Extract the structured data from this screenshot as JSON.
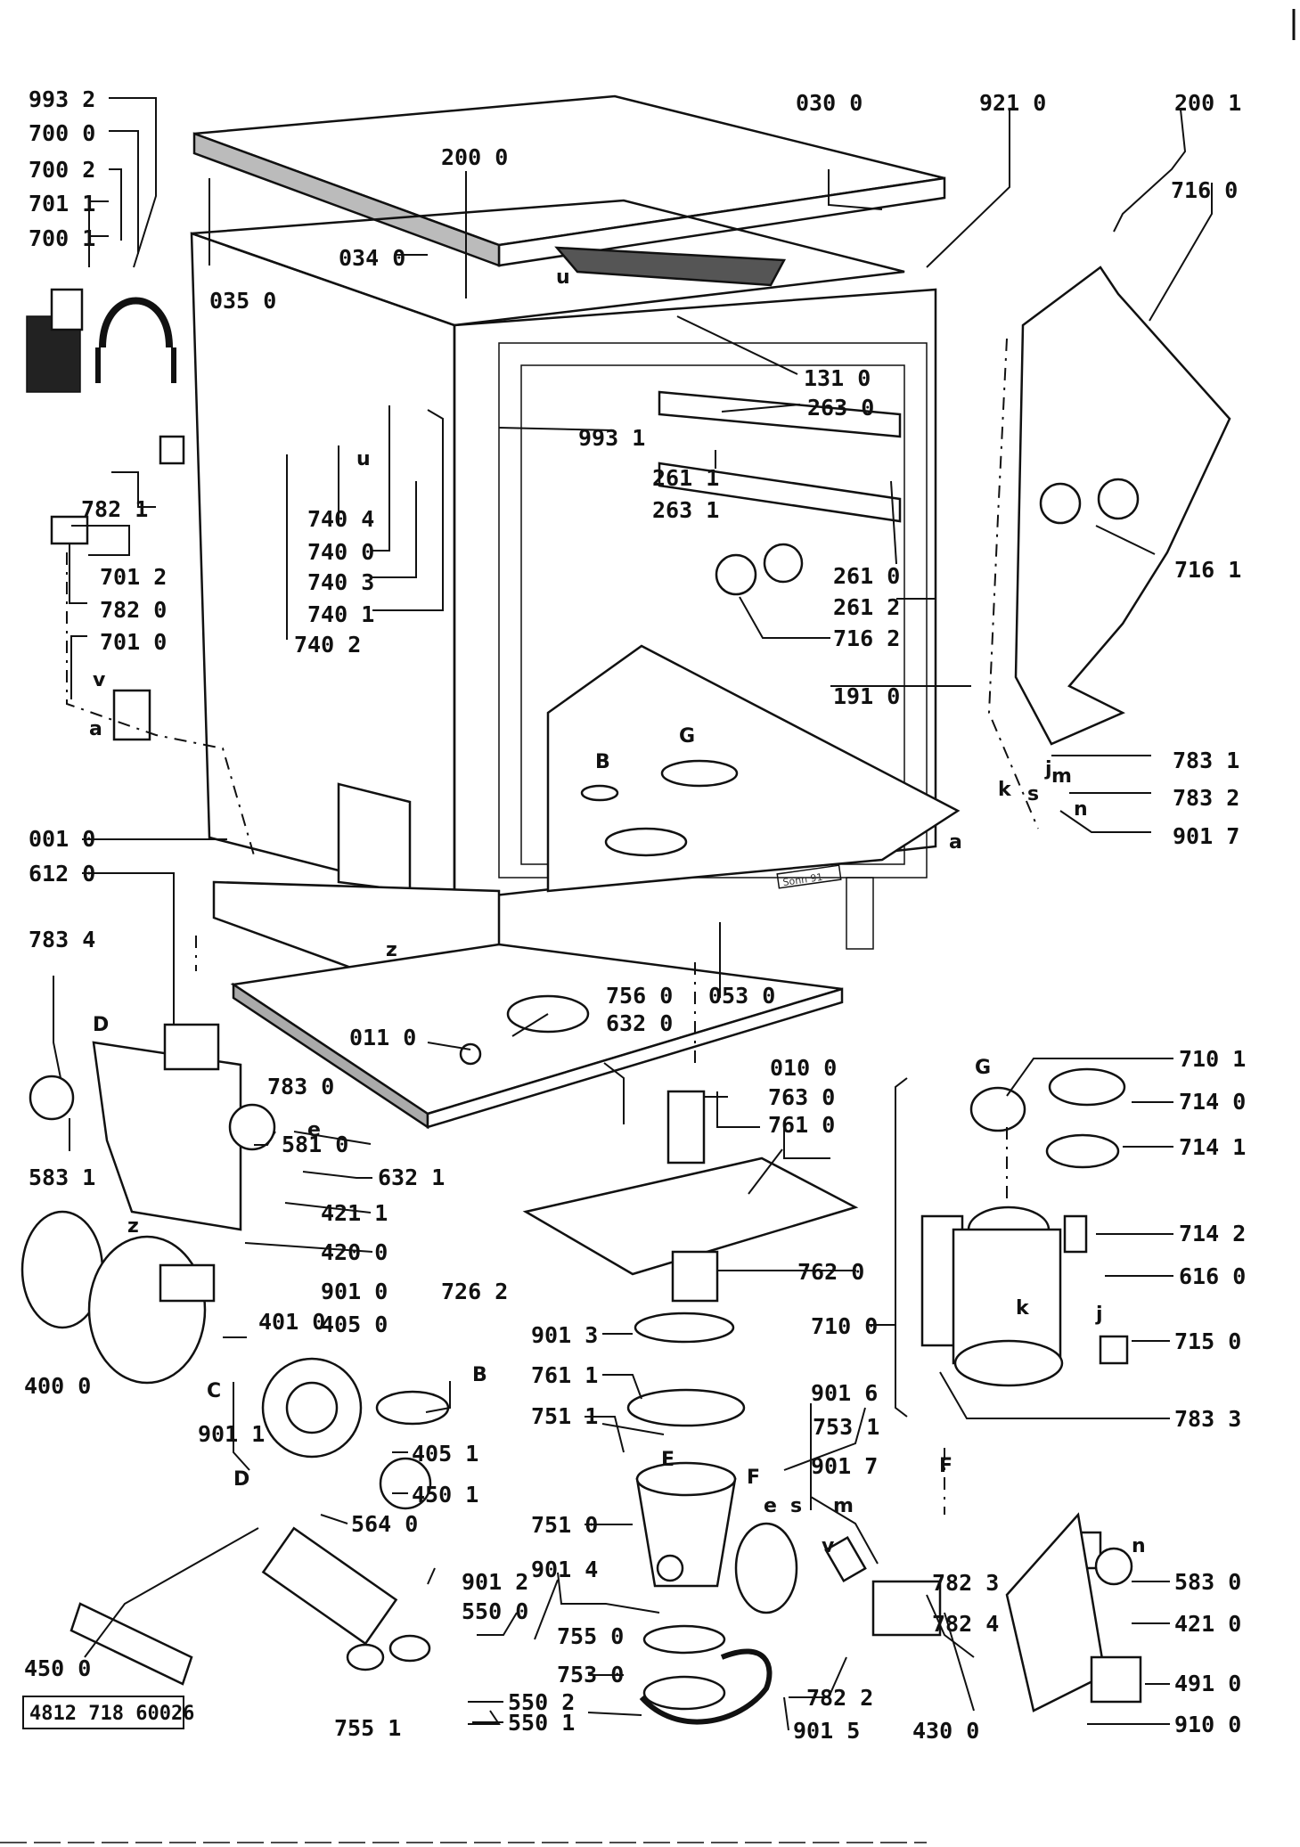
{
  "document_ref": "4812 718 60026",
  "stamp": "Sonn 91",
  "labels": {
    "p993_2": "993 2",
    "p700_0": "700 0",
    "p700_2": "700 2",
    "p701_1": "701 1",
    "p700_1": "700 1",
    "p782_1": "782 1",
    "p701_2": "701 2",
    "p782_0": "782 0",
    "p701_0": "701 0",
    "p035_0": "035 0",
    "p034_0": "034 0",
    "p200_0": "200 0",
    "p030_0": "030 0",
    "p921_0": "921 0",
    "p200_1": "200 1",
    "p716_0": "716 0",
    "p131_0": "131 0",
    "p263_0": "263 0",
    "p993_1": "993 1",
    "p261_1": "261 1",
    "p263_1": "263 1",
    "p740_4": "740 4",
    "p740_0": "740 0",
    "p740_3": "740 3",
    "p740_1": "740 1",
    "p740_2": "740 2",
    "p261_0": "261 0",
    "p261_2": "261 2",
    "p716_2": "716 2",
    "p716_1": "716 1",
    "p191_0": "191 0",
    "p783_1": "783 1",
    "p783_2": "783 2",
    "p901_7a": "901 7",
    "p001_0": "001 0",
    "p612_0": "612 0",
    "p783_4": "783 4",
    "p756_0": "756 0",
    "p053_0": "053 0",
    "p632_0": "632 0",
    "p011_0": "011 0",
    "p010_0": "010 0",
    "p763_0": "763 0",
    "p761_0": "761 0",
    "p710_1": "710 1",
    "p714_0": "714 0",
    "p714_1": "714 1",
    "p783_0": "783 0",
    "p581_0": "581 0",
    "p583_1": "583 1",
    "p632_1": "632 1",
    "p421_1": "421 1",
    "p420_0": "420 0",
    "p714_2": "714 2",
    "p616_0": "616 0",
    "p762_0": "762 0",
    "p901_0": "901 0",
    "p405_0": "405 0",
    "p726_2": "726 2",
    "p401_0": "401 0",
    "p901_3": "901 3",
    "p710_0": "710 0",
    "p715_0": "715 0",
    "p400_0": "400 0",
    "p761_1": "761 1",
    "p783_3": "783 3",
    "p901_6": "901 6",
    "p751_1": "751 1",
    "p753_1": "753 1",
    "p901_1": "901 1",
    "p405_1": "405 1",
    "p901_7b": "901 7",
    "p450_1": "450 1",
    "p751_0": "751 0",
    "p564_0": "564 0",
    "p901_4": "901 4",
    "p782_3": "782 3",
    "p782_4": "782 4",
    "p583_0": "583 0",
    "p901_2": "901 2",
    "p550_0": "550 0",
    "p421_0": "421 0",
    "p755_0": "755 0",
    "p450_0": "450 0",
    "p753_0": "753 0",
    "p782_2": "782 2",
    "p491_0": "491 0",
    "p755_1": "755 1",
    "p550_2": "550 2",
    "p550_1": "550 1",
    "p901_5": "901 5",
    "p430_0": "430 0",
    "p910_0": "910 0"
  },
  "letters": {
    "u1": "u",
    "u2": "u",
    "v1": "v",
    "a1": "a",
    "a2": "a",
    "B1": "B",
    "G1": "G",
    "G2": "G",
    "j1": "j",
    "k1": "k",
    "s1": "s",
    "m1": "m",
    "n1": "n",
    "z1": "z",
    "z2": "z",
    "D1": "D",
    "D2": "D",
    "e1": "e",
    "e2": "e",
    "C1": "C",
    "B2": "B",
    "k2": "k",
    "j2": "j",
    "F1": "F",
    "F2": "F",
    "s2": "s",
    "m2": "m",
    "v2": "v",
    "n2": "n",
    "E1": "E"
  }
}
